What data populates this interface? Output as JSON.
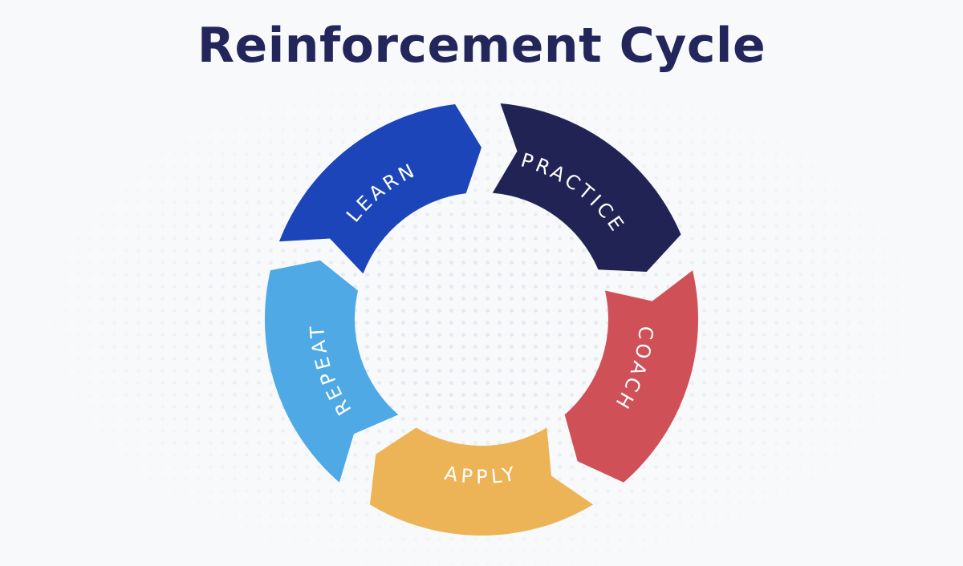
{
  "title": "Reinforcement Cycle",
  "segments": [
    {
      "label": "LEARN",
      "color": "#1b45b9"
    },
    {
      "label": "PRACTICE",
      "color": "#212354"
    },
    {
      "label": "COACH",
      "color": "#d05058"
    },
    {
      "label": "APPLY",
      "color": "#ecb457"
    },
    {
      "label": "REPEAT",
      "color": "#4fa9e5"
    }
  ]
}
